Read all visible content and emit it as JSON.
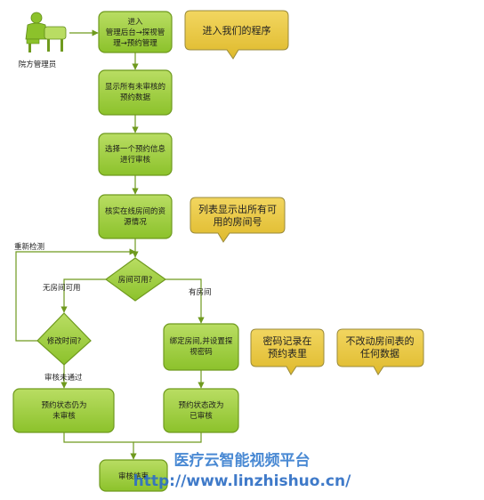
{
  "actor": {
    "label": "院方管理员",
    "icon": "user-at-desk-icon"
  },
  "process_nodes": [
    {
      "id": "enter",
      "lines": [
        "进入",
        "管理后台→探视管",
        "理→预约管理"
      ]
    },
    {
      "id": "show-unreviewed",
      "lines": [
        "显示所有未审核的",
        "预约数据"
      ]
    },
    {
      "id": "select-review",
      "lines": [
        "选择一个预约信息",
        "进行审核"
      ]
    },
    {
      "id": "check-rooms",
      "lines": [
        "核实在线房间的资",
        "源情况"
      ]
    },
    {
      "id": "bind-room",
      "lines": [
        "绑定房间,并设置探",
        "视密码"
      ]
    },
    {
      "id": "still-unreviewed",
      "lines": [
        "预约状态仍为",
        "未审核"
      ]
    },
    {
      "id": "set-reviewed",
      "lines": [
        "预约状态改为",
        "已审核"
      ]
    },
    {
      "id": "review-end",
      "lines": [
        "审核结束"
      ]
    }
  ],
  "decisions": [
    {
      "id": "room-available",
      "lines": [
        "房间可用?"
      ]
    },
    {
      "id": "modify-time",
      "lines": [
        "修改时间?"
      ]
    }
  ],
  "notes": [
    {
      "id": "enter-program",
      "lines": [
        "进入我们的程序"
      ]
    },
    {
      "id": "list-rooms",
      "lines": [
        "列表显示出所有可",
        "用的房间号"
      ]
    },
    {
      "id": "password-recorded",
      "lines": [
        "密码记录在",
        "预约表里"
      ]
    },
    {
      "id": "room-table-unchanged",
      "lines": [
        "不改动房间表的",
        "任何数据"
      ]
    }
  ],
  "edge_labels": {
    "recheck": "重新检测",
    "no_room": "无房间可用",
    "has_room": "有房间",
    "review_failed": "审核未通过"
  },
  "watermark": {
    "title": "医疗云智能视频平台",
    "url": "http://www.linzhishuo.cn/"
  },
  "colors": {
    "node_fill": "#9acd32",
    "node_stroke": "#6f9a1e",
    "note_fill": "#e8c63a",
    "note_stroke": "#9a8a3a",
    "edge": "#6f9a1e",
    "watermark": "#3a7fd0"
  }
}
